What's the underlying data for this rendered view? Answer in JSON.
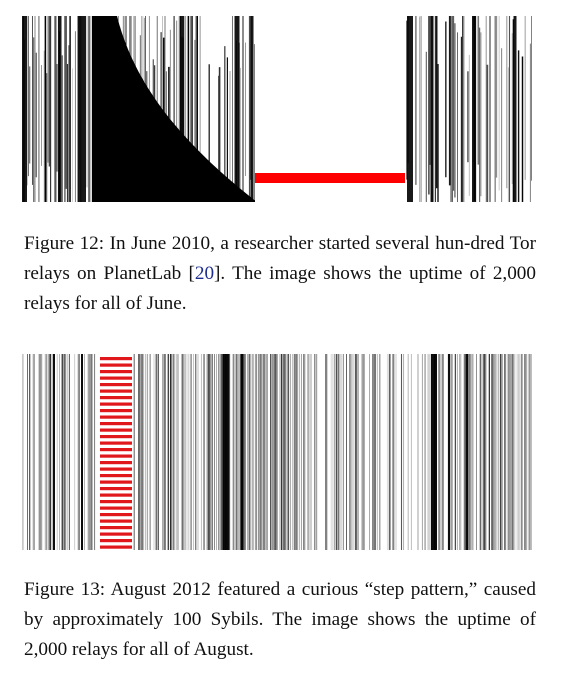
{
  "figures": [
    {
      "id": "fig12",
      "caption_label": "Figure 12:",
      "caption_before_cite": "In June 2010, a researcher started several hun-dred Tor relays on PlanetLab [",
      "citation": "20",
      "caption_after_cite": "]. The image shows the uptime of 2,000 relays for all of June.",
      "highlight_color": "#ff0000",
      "plot_color": "#000000"
    },
    {
      "id": "fig13",
      "caption_label": "Figure 13:",
      "caption_text": "August 2012 featured a curious “step pattern,” caused by approximately 100 Sybils. The image shows the uptime of 2,000 relays for all of August.",
      "highlight_color": "#e0171b",
      "plot_color": "#000000"
    }
  ]
}
